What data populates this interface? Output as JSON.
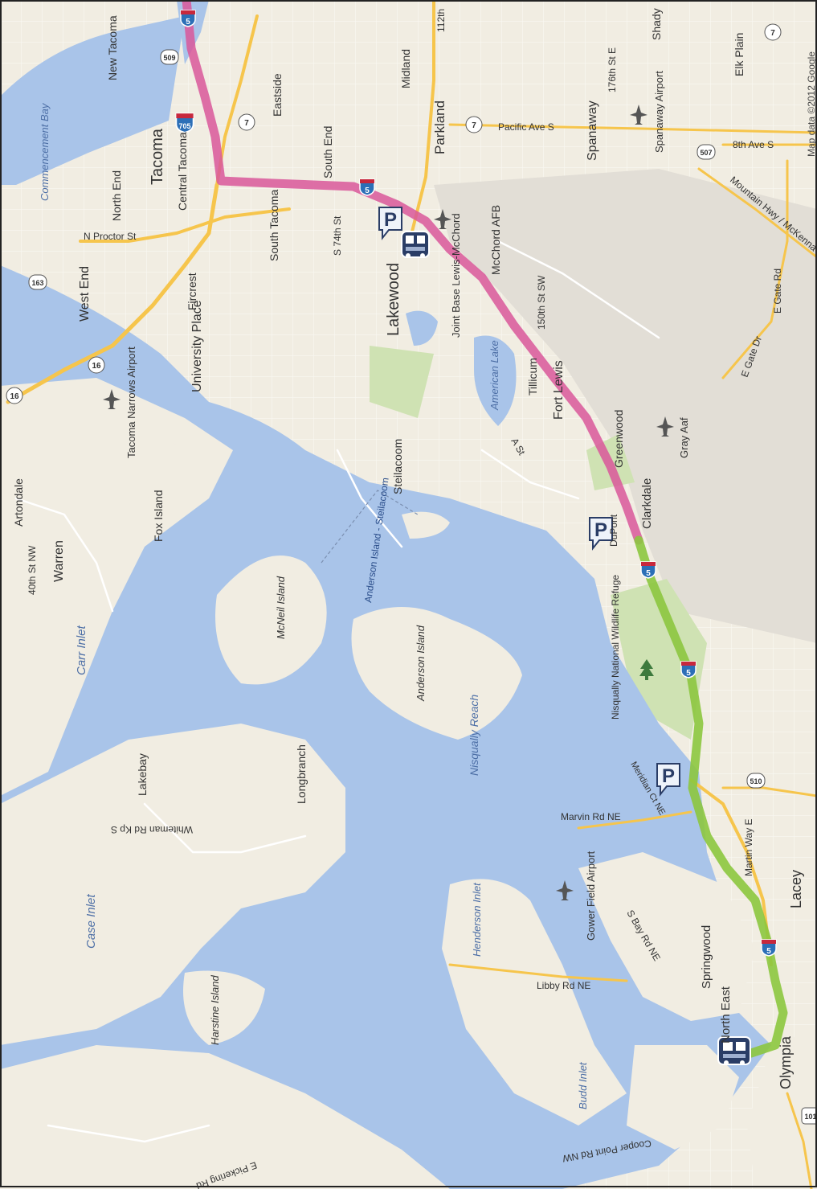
{
  "copyright": "Map data ©2012 Google",
  "colors": {
    "land": "#f1ede2",
    "water": "#a9c4e9",
    "park": "#cfe2b3",
    "military": "#e2ded6",
    "road_major": "#f6c54c",
    "road_minor": "#ffffff",
    "route_pink": "#d9579a",
    "route_green": "#8cc63f",
    "frame": "#222222"
  },
  "places": {
    "tacoma": "Tacoma",
    "new_tacoma": "New Tacoma",
    "north_end": "North End",
    "central_tacoma": "Central Tacoma",
    "eastside": "Eastside",
    "south_end": "South End",
    "south_tacoma": "South Tacoma",
    "midland": "Midland",
    "parkland": "Parkland",
    "spanaway": "Spanaway",
    "west_end": "West End",
    "fircrest": "Fircrest",
    "university_place": "University Place",
    "lakewood": "Lakewood",
    "joint_base": "Joint Base Lewis-McChord",
    "mcchord_afb": "McChord AFB",
    "tillicum": "Tillicum",
    "fort_lewis": "Fort Lewis",
    "greenwood": "Greenwood",
    "clarkdale": "Clarkdale",
    "dupont": "DuPont",
    "steilacoom": "Steilacoom",
    "artondale": "Artondale",
    "warren": "Warren",
    "fox_island": "Fox Island",
    "mcneil_island": "McNeil Island",
    "anderson_island": "Anderson Island",
    "lakebay": "Lakebay",
    "longbranch": "Longbranch",
    "harstine_island": "Harstine Island",
    "springwood": "Springwood",
    "north_east": "North East",
    "olympia": "Olympia",
    "lacey": "Lacey",
    "elk_plain": "Elk Plain",
    "shady": "Shady",
    "tacoma_narrows_airport": "Tacoma Narrows Airport",
    "spanaway_airport": "Spanaway Airport",
    "gray_aaf": "Gray Aaf",
    "gower_field_airport": "Gower Field Airport",
    "nisqually_refuge": "Nisqually National Wildlife Refuge"
  },
  "water_labels": {
    "commencement_bay": "Commencement Bay",
    "american_lake": "American Lake",
    "carr_inlet": "Carr Inlet",
    "case_inlet": "Case Inlet",
    "henderson_inlet": "Henderson Inlet",
    "budd_inlet": "Budd Inlet",
    "nisqually_reach": "Nisqually Reach",
    "ferry": "Anderson Island - Steilacoom"
  },
  "roads": {
    "n_proctor": "N Proctor St",
    "s_74th": "S 74th St",
    "st_112th": "112th",
    "pacific_ave": "Pacific Ave S",
    "st_176th": "176th St E",
    "st_150th": "150th St SW",
    "a_st": "A St",
    "mckenna": "Mountain Hwy / McKenna Hwy",
    "e_gate_rd": "E Gate Rd",
    "e_gate_dr": "E Gate Dr",
    "eighth_ave": "8th Ave S",
    "st_40th": "40th St NW",
    "whiteman": "Whiteman Rd Kp S",
    "marvin_rd": "Marvin Rd NE",
    "martin_way": "Martin Way E",
    "libby_rd": "Libby Rd NE",
    "s_bay_rd": "S Bay Rd NE",
    "cooper_point": "Cooper Point Rd NW",
    "e_pickering": "E Pickering Rd",
    "meridian": "Meridian Ct NE"
  },
  "shields": {
    "i5": "5",
    "i705": "705",
    "sr7": "7",
    "sr509": "509",
    "sr163": "163",
    "sr16": "16",
    "sr507": "507",
    "sr510": "510",
    "us101": "101"
  },
  "markers": {
    "parking": "P"
  }
}
